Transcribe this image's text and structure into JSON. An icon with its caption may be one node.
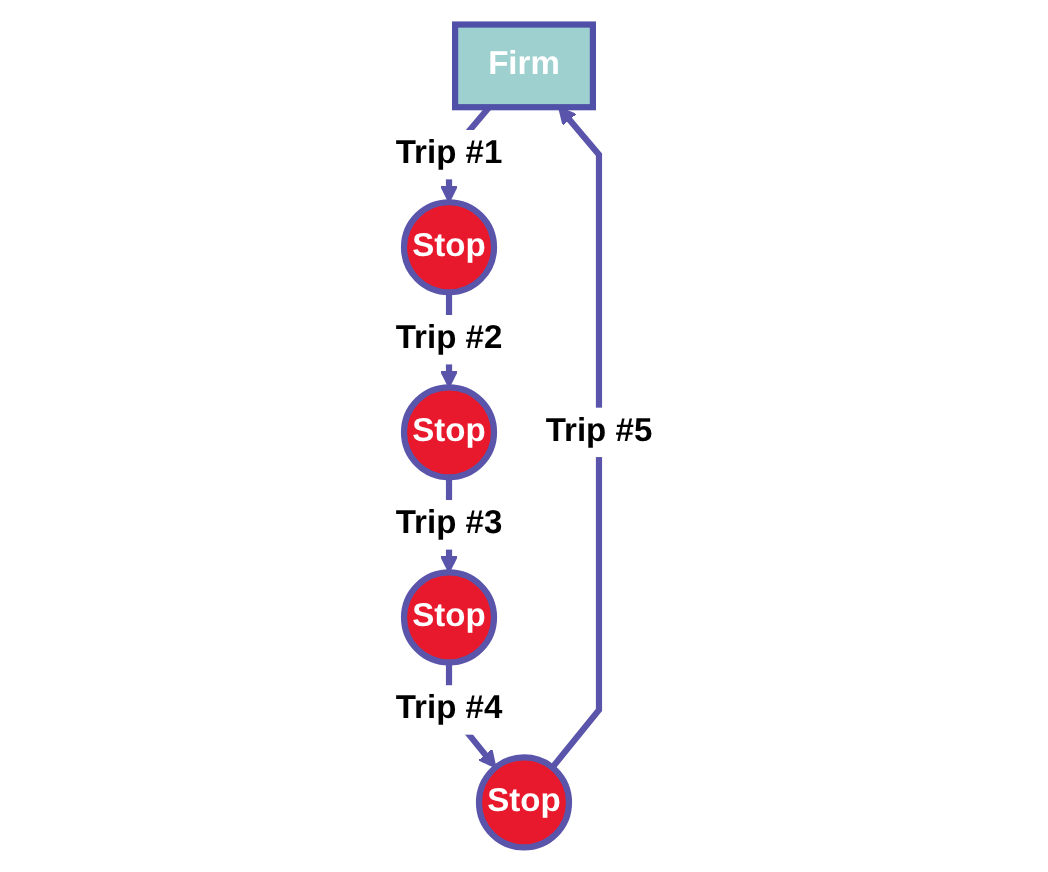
{
  "diagram": {
    "nodes": [
      {
        "text": [
          "Firm"
        ]
      },
      {
        "text": [
          "Stop"
        ]
      },
      {
        "text": [
          "Stop"
        ]
      },
      {
        "text": [
          "Stop"
        ]
      },
      {
        "text": [
          "Stop"
        ]
      }
    ],
    "edges": [
      {
        "from": 0,
        "to": 1,
        "arrow": "to",
        "label": "Trip #1"
      },
      {
        "from": 1,
        "to": 2,
        "arrow": "to",
        "label": "Trip #2"
      },
      {
        "from": 2,
        "to": 3,
        "arrow": "to",
        "label": "Trip #3"
      },
      {
        "from": 3,
        "to": 4,
        "arrow": "to",
        "label": "Trip #4"
      },
      {
        "from": 4,
        "to": 0,
        "arrow": "to",
        "label": "Trip #5"
      }
    ]
  }
}
